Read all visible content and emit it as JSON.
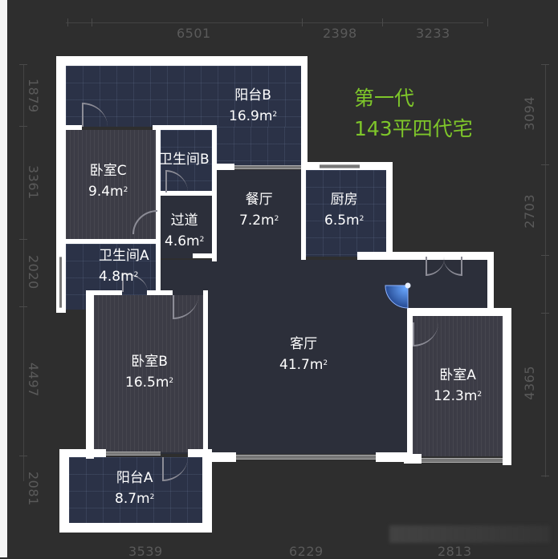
{
  "title": {
    "line1": "第一代",
    "line2": "143平四代宅",
    "color": "#7ec62a"
  },
  "dimensions": {
    "top": [
      "6501",
      "2398",
      "3233"
    ],
    "bottom": [
      "3539",
      "6229",
      "2813"
    ],
    "left": [
      "1879",
      "3361",
      "2020",
      "4497",
      "2081"
    ],
    "right": [
      "3094",
      "2703",
      "4365"
    ]
  },
  "rooms": [
    {
      "id": "balcony-b",
      "name": "阳台B",
      "area": "16.9",
      "unit": "m",
      "sup": "2",
      "floor": "tile"
    },
    {
      "id": "bedroom-c",
      "name": "卧室C",
      "area": "9.4",
      "unit": "m",
      "sup": "2",
      "floor": "wood"
    },
    {
      "id": "bathroom-b",
      "name": "卫生间B",
      "area": "",
      "unit": "",
      "sup": "",
      "floor": "tile"
    },
    {
      "id": "hallway",
      "name": "过道",
      "area": "4.6",
      "unit": "m",
      "sup": "2",
      "floor": "plain"
    },
    {
      "id": "dining",
      "name": "餐厅",
      "area": "7.2",
      "unit": "m",
      "sup": "2",
      "floor": "plain"
    },
    {
      "id": "kitchen",
      "name": "厨房",
      "area": "6.5",
      "unit": "m",
      "sup": "2",
      "floor": "tile"
    },
    {
      "id": "bathroom-a",
      "name": "卫生间A",
      "area": "4.8",
      "unit": "m",
      "sup": "2",
      "floor": "tile"
    },
    {
      "id": "bedroom-b",
      "name": "卧室B",
      "area": "16.5",
      "unit": "m",
      "sup": "2",
      "floor": "wood"
    },
    {
      "id": "living",
      "name": "客厅",
      "area": "41.7",
      "unit": "m",
      "sup": "2",
      "floor": "plain"
    },
    {
      "id": "bedroom-a",
      "name": "卧室A",
      "area": "12.3",
      "unit": "m",
      "sup": "2",
      "floor": "wood"
    },
    {
      "id": "balcony-a",
      "name": "阳台A",
      "area": "8.7",
      "unit": "m",
      "sup": "2",
      "floor": "tile"
    }
  ],
  "colors": {
    "background": "#2e2e2e",
    "wall": "#ffffff",
    "tile_floor": "#2b3247",
    "wood_floor": "#3c3c46",
    "plain_floor": "#2c2f3a",
    "dimension_text": "#5a5a5a"
  },
  "icons": {
    "compass": "compass-view-indicator"
  }
}
